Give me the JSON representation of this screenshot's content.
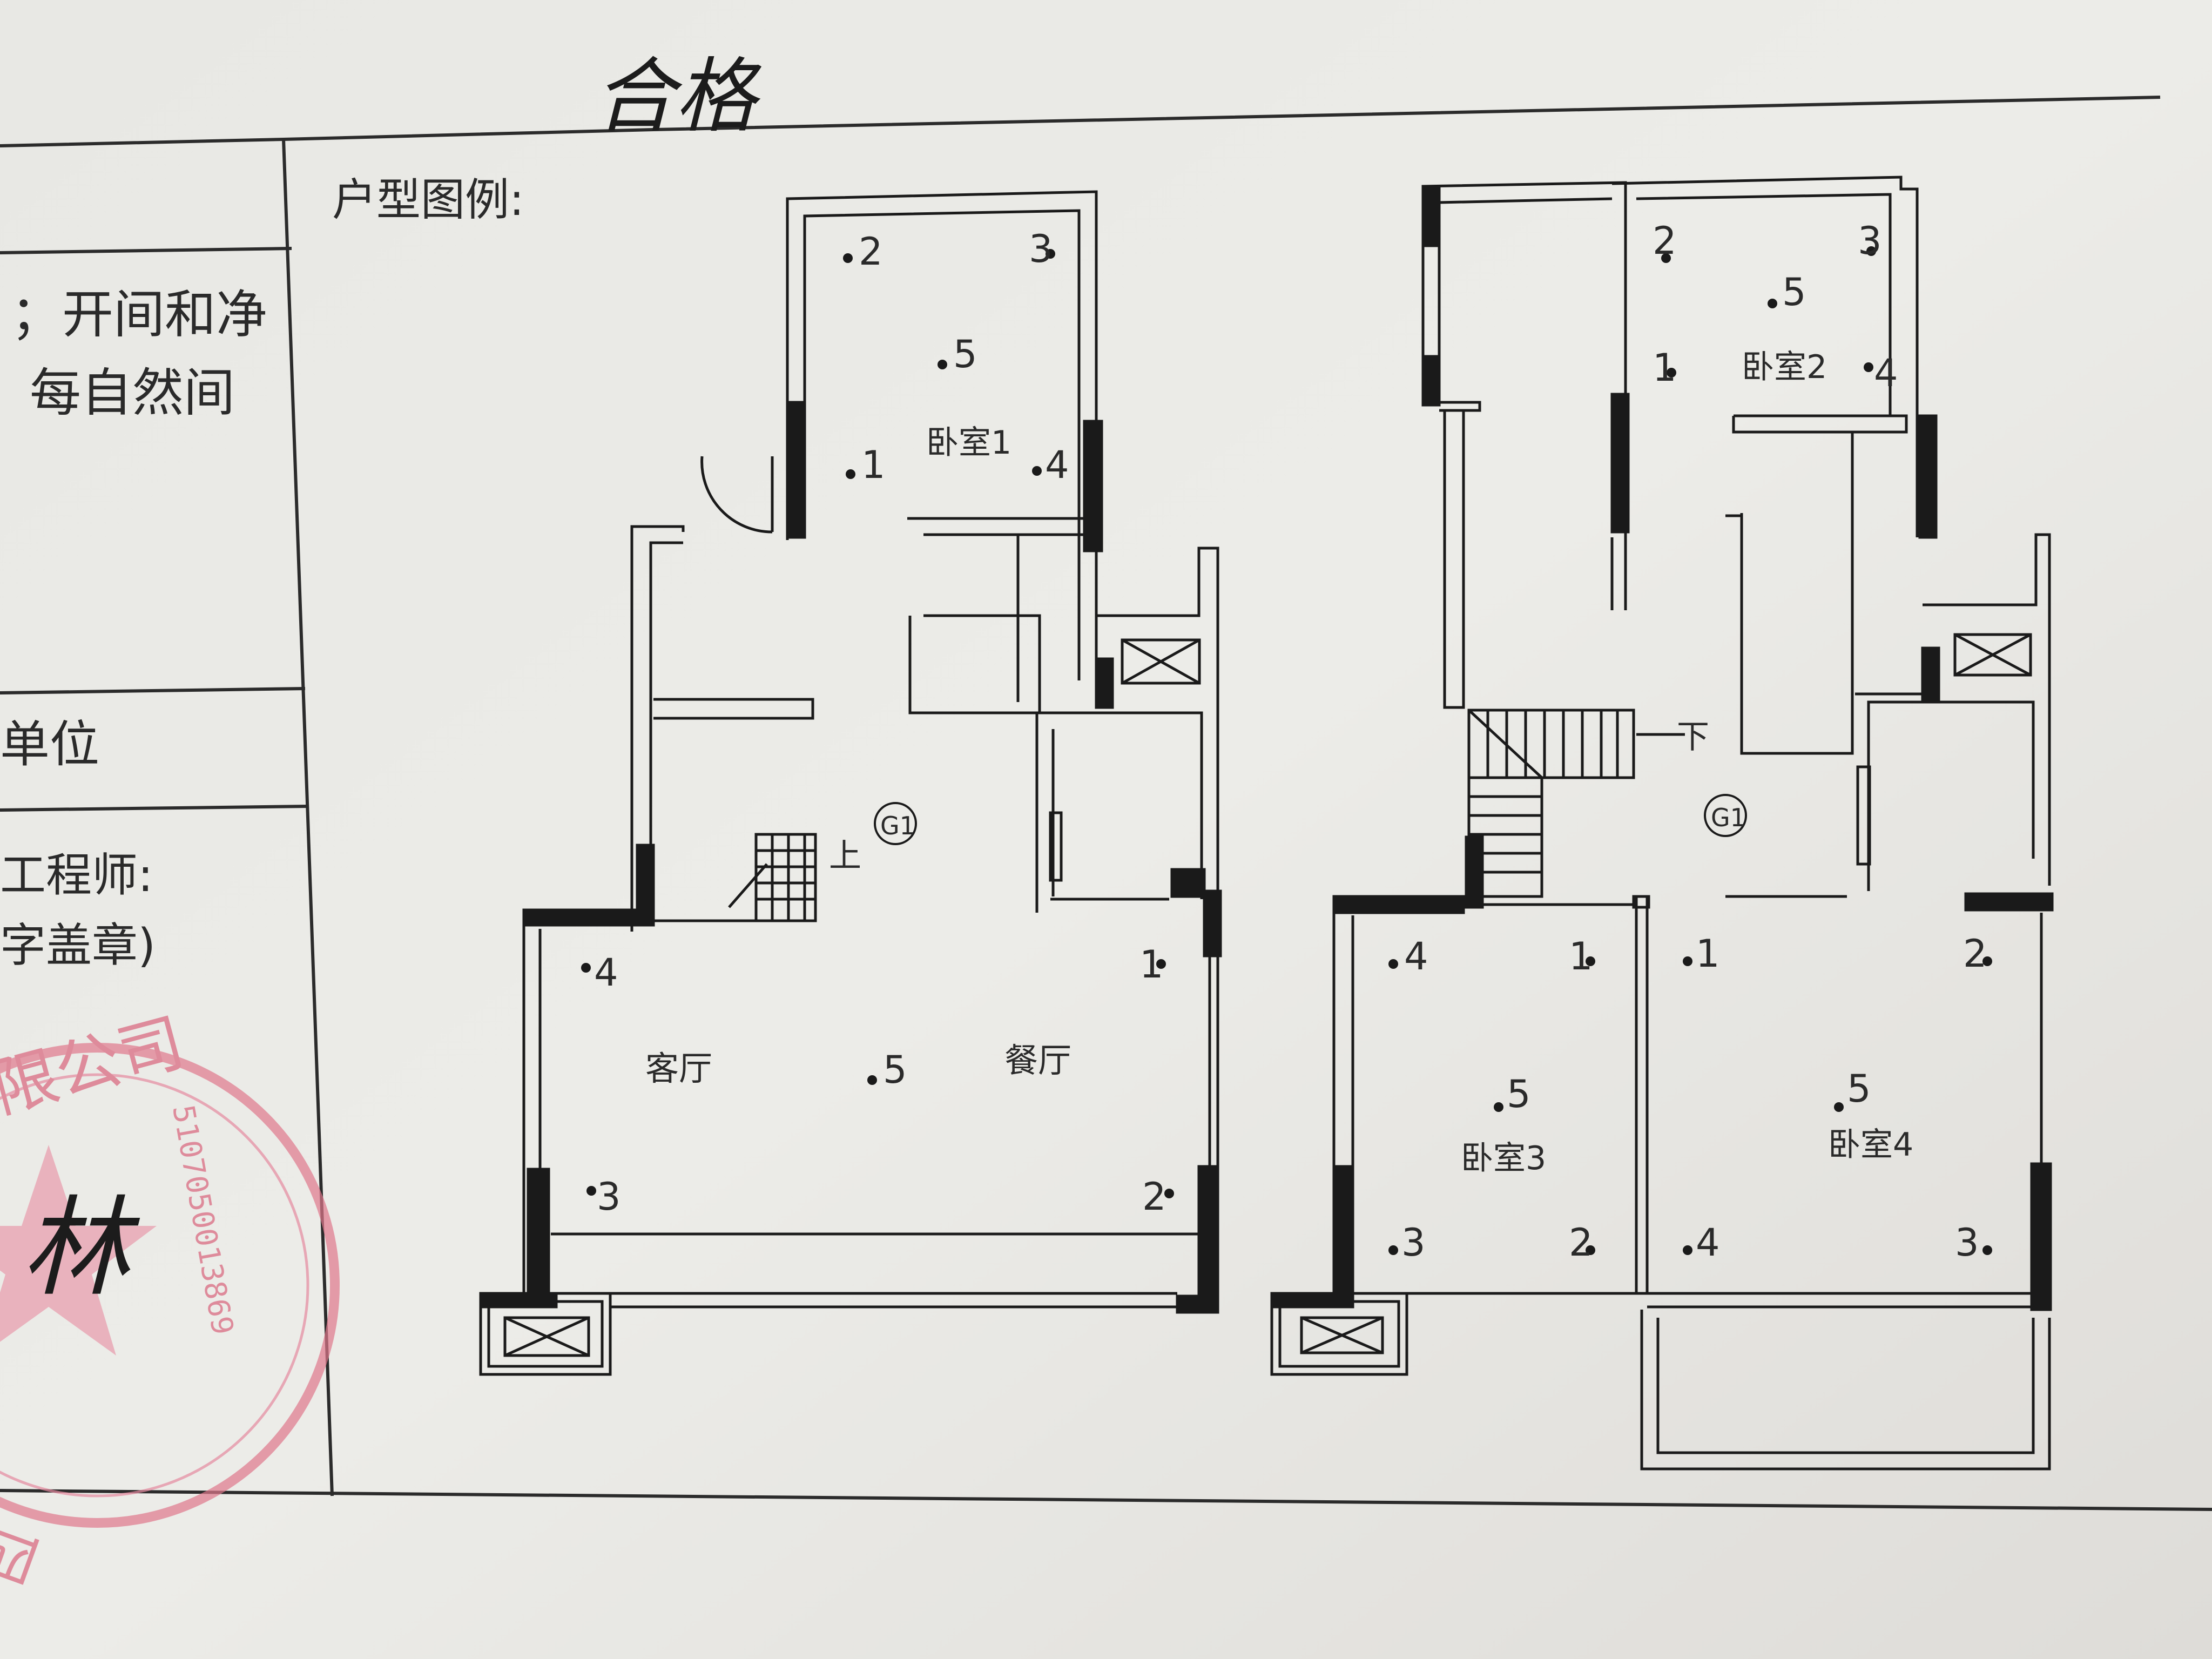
{
  "handwritten_header": "合格",
  "left_panel": {
    "text_line_1": "；开间和净",
    "text_line_2": "每自然间",
    "text_line_3": "单位",
    "text_line_4": "工程师:",
    "text_line_5": "字盖章)"
  },
  "legend_label": "户型图例:",
  "stamp": {
    "number": "5107050013869",
    "text": "四川…有限公司"
  },
  "floor_plan_1": {
    "rooms": {
      "bedroom1": "卧室1",
      "living": "客厅",
      "dining": "餐厅"
    },
    "stair_label": "上",
    "grid_mark": "G1",
    "points": [
      "1",
      "2",
      "3",
      "4",
      "5",
      "4",
      "1",
      "5",
      "3",
      "2"
    ]
  },
  "floor_plan_2": {
    "rooms": {
      "bedroom2": "卧室2",
      "bedroom3": "卧室3",
      "bedroom4": "卧室4"
    },
    "stair_label": "下",
    "grid_mark": "G1",
    "points": [
      "2",
      "5",
      "3",
      "1",
      "4",
      "4",
      "1",
      "5",
      "3",
      "2",
      "1",
      "2",
      "5",
      "4",
      "3"
    ]
  }
}
